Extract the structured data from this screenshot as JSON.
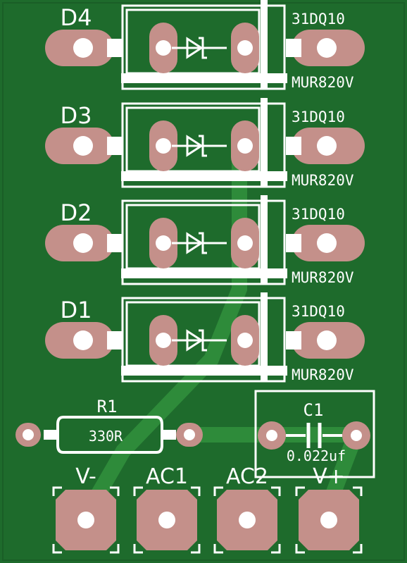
{
  "board": {
    "colors": {
      "substrate": "#1e6b2c",
      "trace": "#2e8b3a",
      "pad": "#c4908a",
      "silk": "#ffffff"
    }
  },
  "diodes": [
    {
      "ref": "D4",
      "part_top": "31DQ10",
      "part_bottom": "MUR820V"
    },
    {
      "ref": "D3",
      "part_top": "31DQ10",
      "part_bottom": "MUR820V"
    },
    {
      "ref": "D2",
      "part_top": "31DQ10",
      "part_bottom": "MUR820V"
    },
    {
      "ref": "D1",
      "part_top": "31DQ10",
      "part_bottom": "MUR820V"
    }
  ],
  "resistor": {
    "ref": "R1",
    "value": "330R"
  },
  "capacitor": {
    "ref": "C1",
    "value": "0.022uf"
  },
  "terminals": [
    "V-",
    "AC1",
    "AC2",
    "V+"
  ]
}
